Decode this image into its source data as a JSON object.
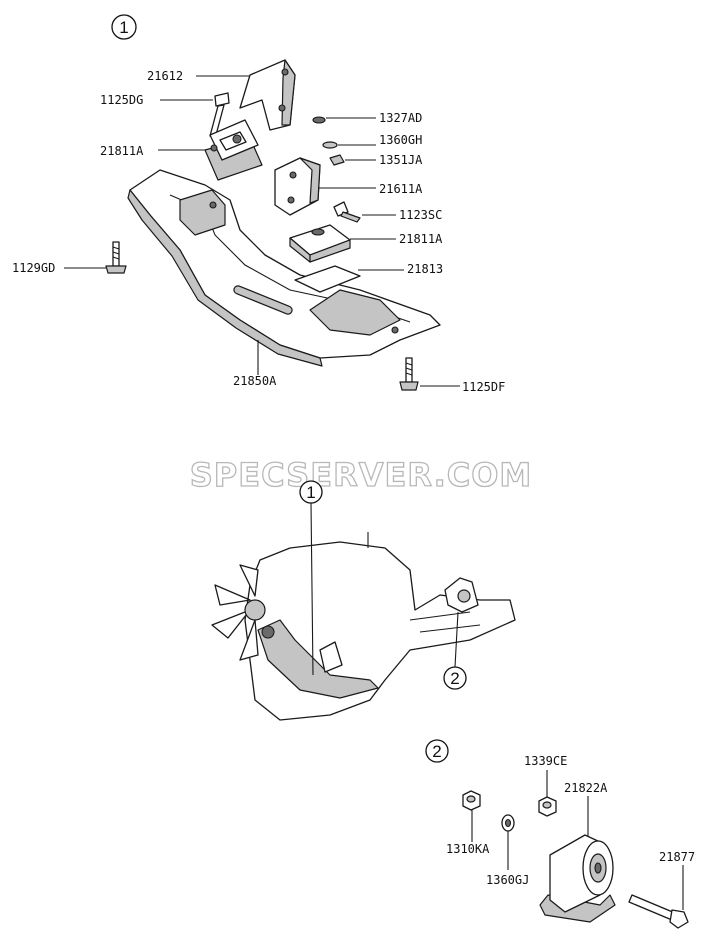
{
  "watermark": "SPECSERVER.COM",
  "group1_marker": "1",
  "group2_marker": "2",
  "labels": {
    "p21612": "21612",
    "p1125DG": "1125DG",
    "p21811A_top": "21811A",
    "p1327AD": "1327AD",
    "p1360GH": "1360GH",
    "p1351JA": "1351JA",
    "p21611A": "21611A",
    "p1123SC": "1123SC",
    "p21811A_mid": "21811A",
    "p21813": "21813",
    "p1129GD": "1129GD",
    "p21850A": "21850A",
    "p1125DF": "1125DF",
    "p1339CE": "1339CE",
    "p21822A": "21822A",
    "p1310KA": "1310KA",
    "p21877": "21877",
    "p1360GJ": "1360GJ"
  },
  "assembly_markers": {
    "ref1": "1",
    "ref2": "2"
  }
}
